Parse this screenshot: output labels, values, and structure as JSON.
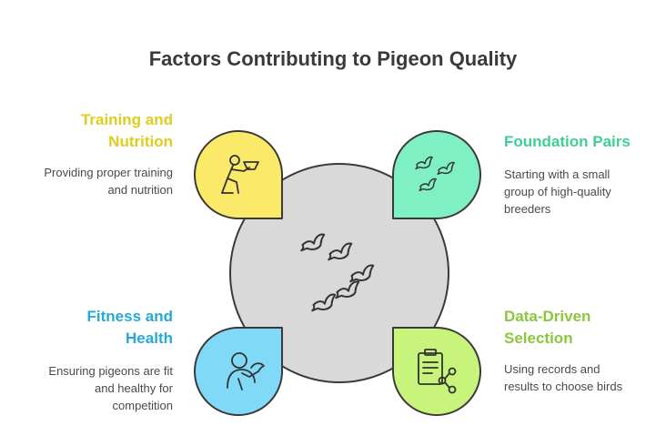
{
  "title": "Factors Contributing to Pigeon Quality",
  "factors": [
    {
      "title": "Training and Nutrition",
      "title_lines": [
        "Training and",
        "Nutrition"
      ],
      "description_lines": [
        "Providing proper training",
        "and nutrition"
      ],
      "color": "#fbe96a",
      "label_color": "#e0cc1e",
      "icon": "trainer-feeding-icon"
    },
    {
      "title": "Foundation Pairs",
      "title_lines": [
        "Foundation Pairs"
      ],
      "description_lines": [
        "Starting with a small",
        "group of high-quality",
        "breeders"
      ],
      "color": "#7ff0c4",
      "label_color": "#3ecf96",
      "icon": "pigeon-group-icon"
    },
    {
      "title": "Fitness and Health",
      "title_lines": [
        "Fitness and",
        "Health"
      ],
      "description_lines": [
        "Ensuring pigeons are fit",
        "and healthy for",
        "competition"
      ],
      "color": "#7fd9f7",
      "label_color": "#27a9d6",
      "icon": "person-with-pigeon-icon"
    },
    {
      "title": "Data-Driven Selection",
      "title_lines": [
        "Data-Driven",
        "Selection"
      ],
      "description_lines": [
        "Using records and",
        "results to choose birds"
      ],
      "color": "#c9f47c",
      "label_color": "#8cc63f",
      "icon": "clipboard-share-icon"
    }
  ],
  "center": {
    "color": "#d9d9d9",
    "icon": "flock-of-pigeons-icon"
  }
}
